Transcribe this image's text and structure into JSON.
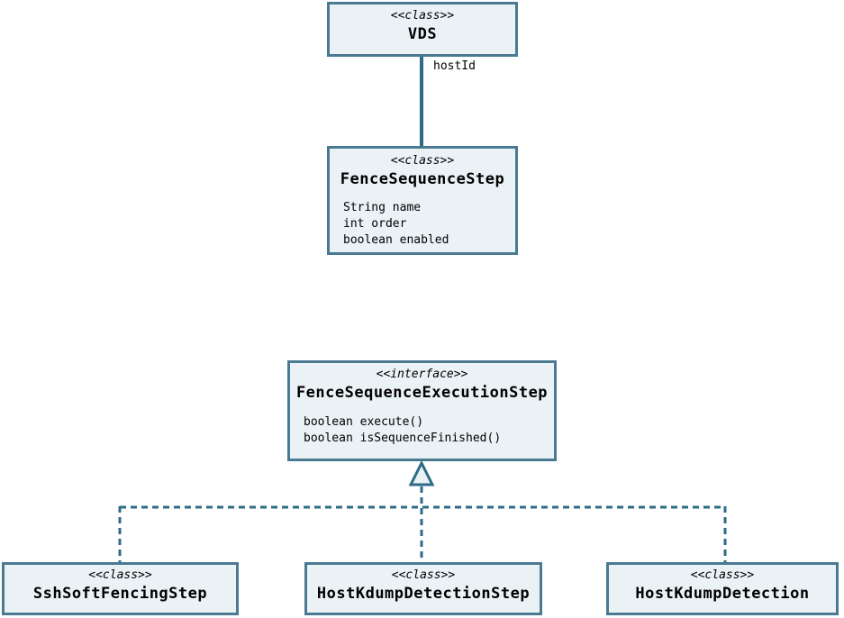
{
  "diagram": {
    "classes": {
      "vds": {
        "stereotype": "<<class>>",
        "name": "VDS"
      },
      "fence_sequence_step": {
        "stereotype": "<<class>>",
        "name": "FenceSequenceStep",
        "members": [
          "String name",
          "int order",
          "boolean enabled"
        ]
      },
      "fence_sequence_execution_step": {
        "stereotype": "<<interface>>",
        "name": "FenceSequenceExecutionStep",
        "members": [
          "boolean execute()",
          "boolean isSequenceFinished()"
        ]
      },
      "ssh_soft_fencing_step": {
        "stereotype": "<<class>>",
        "name": "SshSoftFencingStep"
      },
      "host_kdump_detection_step": {
        "stereotype": "<<class>>",
        "name": "HostKdumpDetectionStep"
      },
      "host_kdump_detection": {
        "stereotype": "<<class>>",
        "name": "HostKdumpDetection"
      }
    },
    "associations": {
      "vds_to_fence_sequence_step": {
        "label": "hostId"
      }
    },
    "colors": {
      "box_fill": "#EAF2F6",
      "box_border": "#4A7A92",
      "connector": "#2E6B87",
      "text": "#000000"
    }
  }
}
